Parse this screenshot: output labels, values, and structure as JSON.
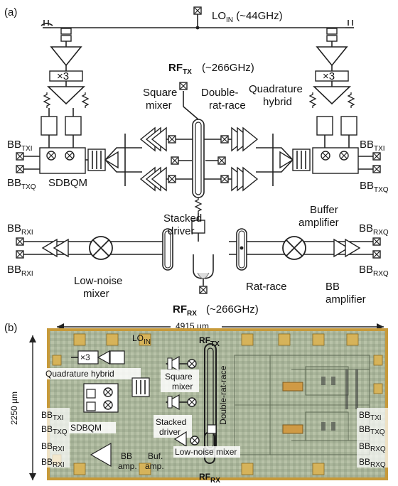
{
  "panel_a": {
    "tag": "(a)",
    "lo_in": "LO",
    "lo_in_sub": "IN",
    "lo_in_freq": "(~44GHz)",
    "multiplier": "×3",
    "rf_tx": "RF",
    "rf_tx_sub": "TX",
    "rf_tx_freq": "(~266GHz)",
    "square_mixer_1": "Square",
    "square_mixer_2": "mixer",
    "double_rat_race_1": "Double-",
    "double_rat_race_2": "rat-race",
    "quadrature_hybrid_1": "Quadrature",
    "quadrature_hybrid_2": "hybrid",
    "bb_txi": "BB",
    "bb_txi_sub": "TXI",
    "bb_txq": "BB",
    "bb_txq_sub": "TXQ",
    "sdbqm": "SDBQM",
    "stacked_driver_1": "Stacked",
    "stacked_driver_2": "driver",
    "buffer_amp_1": "Buffer",
    "buffer_amp_2": "amplifier",
    "bb_rxi": "BB",
    "bb_rxi_sub": "RXI",
    "bb_rxq": "BB",
    "bb_rxq_sub": "RXQ",
    "lna_mixer_1": "Low-noise",
    "lna_mixer_2": "mixer",
    "rat_race": "Rat-race",
    "bb_amp_1": "BB",
    "bb_amp_2": "amplifier",
    "rf_rx": "RF",
    "rf_rx_sub": "RX",
    "rf_rx_freq": "(~266GHz)"
  },
  "panel_b": {
    "tag": "(b)",
    "width_dim": "4915 µm",
    "height_dim": "2250 µm",
    "lo_in": "LO",
    "lo_in_sub": "IN",
    "multiplier": "×3",
    "rf_tx": "RF",
    "rf_tx_sub": "TX",
    "rf_rx": "RF",
    "rf_rx_sub": "RX",
    "quadrature_hybrid": "Quadrature  hybrid",
    "square_mixer_1": "Square",
    "square_mixer_2": "mixer",
    "double_rat_race": "Double-rat-race",
    "sdbqm": "SDBQM",
    "stacked_driver_1": "Stacked",
    "stacked_driver_2": "driver",
    "bb_amp_1": "BB",
    "bb_amp_2": "amp.",
    "buf_amp_1": "Buf.",
    "buf_amp_2": "amp.",
    "low_noise_mixer": "Low-noise mixer",
    "bb_txi": "BB",
    "bb_txi_sub": "TXI",
    "bb_txq": "BB",
    "bb_txq_sub": "TXQ",
    "bb_rxi": "BB",
    "bb_rxi_sub": "RXI",
    "bb_rxq": "BB",
    "bb_rxq_sub": "RXQ"
  }
}
